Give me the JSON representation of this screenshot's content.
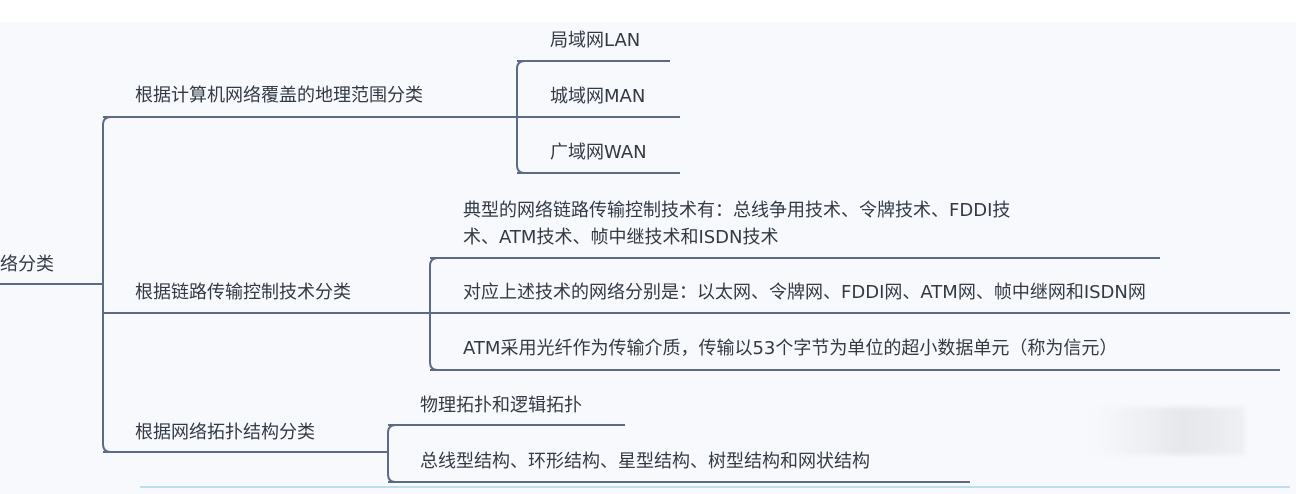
{
  "root": {
    "label": "网络分类"
  },
  "branches": [
    {
      "label": "根据计算机网络覆盖的地理范围分类",
      "children": [
        "局域网LAN",
        "城域网MAN",
        "广域网WAN"
      ]
    },
    {
      "label": "根据链路传输控制技术分类",
      "children": [
        "典型的网络链路传输控制技术有：总线争用技术、令牌技术、FDDI技",
        "术、ATM技术、帧中继技术和ISDN技术",
        "对应上述技术的网络分别是：以太网、令牌网、FDDI网、ATM网、帧中继网和ISDN网",
        "ATM采用光纤作为传输介质，传输以53个字节为单位的超小数据单元（称为信元）"
      ]
    },
    {
      "label": "根据网络拓扑结构分类",
      "children": [
        "物理拓扑和逻辑拓扑",
        "总线型结构、环形结构、星型结构、树型结构和网状结构"
      ]
    }
  ],
  "colors": {
    "line": "#5b6b86",
    "background": "#f7f9fc",
    "bottom_rule": "#a9d6ee"
  }
}
